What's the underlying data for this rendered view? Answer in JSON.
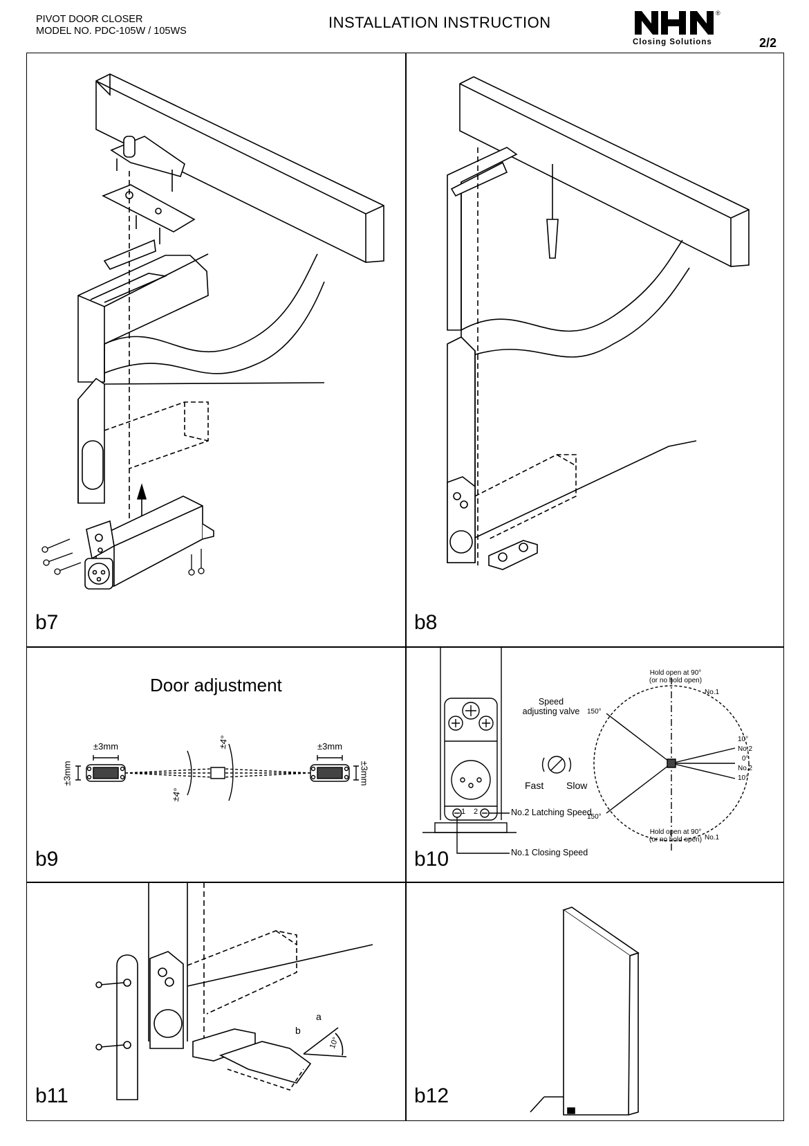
{
  "header": {
    "product": "PIVOT DOOR CLOSER",
    "model": "MODEL NO. PDC-105W / 105WS",
    "title": "INSTALLATION INSTRUCTION",
    "brand": "NHN",
    "registered": "®",
    "tagline": "Closing Solutions",
    "page": "2/2"
  },
  "panels": {
    "b7": {
      "label": "b7"
    },
    "b8": {
      "label": "b8"
    },
    "b9": {
      "label": "b9",
      "title": "Door adjustment",
      "dims": [
        "±3mm",
        "±3mm",
        "±3mm",
        "±3mm",
        "±4°",
        "±4°"
      ]
    },
    "b10": {
      "label": "b10",
      "speed_label_1": "Speed",
      "speed_label_2": "adjusting valve",
      "fast": "Fast",
      "slow": "Slow",
      "screw_1": "1",
      "screw_2": "2",
      "latching": "No.2 Latching Speed",
      "closing": "No.1 Closing Speed",
      "hold_top_1": "Hold open at 90°",
      "hold_top_2": "(or no hold open)",
      "hold_bot_1": "Hold open at 90°",
      "hold_bot_2": "(or no hold open)",
      "no1_top": "No.1",
      "no1_bot": "No.1",
      "deg150_top": "150°",
      "deg150_bot": "150°",
      "deg10_top": "10°",
      "no2_top": "No.2",
      "deg0": "0°",
      "no2_bot": "No.2",
      "deg10_bot": "10°"
    },
    "b11": {
      "label": "b11",
      "a": "a",
      "b": "b",
      "angle": "10°"
    },
    "b12": {
      "label": "b12"
    }
  }
}
